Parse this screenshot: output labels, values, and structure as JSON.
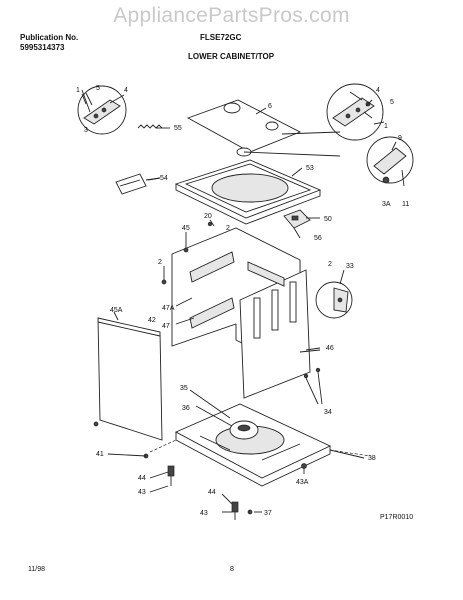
{
  "watermark": "AppliancePartsPros.com",
  "header": {
    "publication_label": "Publication No.",
    "publication_no": "5995314373",
    "model": "FLSE72GC",
    "section": "LOWER CABINET/TOP"
  },
  "footer": {
    "date": "11/98",
    "page": "8",
    "code": "P17R0010"
  },
  "callouts": {
    "c1": "1",
    "c1b": "1",
    "c2": "2",
    "c2b": "2",
    "c2c": "2",
    "c3": "3",
    "c3a": "3A",
    "c4": "4",
    "c4b": "4",
    "c5": "5",
    "c5b": "5",
    "c6": "6",
    "c9": "9",
    "c11": "11",
    "c20": "20",
    "c33": "33",
    "c34": "34",
    "c35": "35",
    "c36": "36",
    "c37": "37",
    "c38": "38",
    "c41": "41",
    "c42": "42",
    "c43": "43",
    "c43b": "43",
    "c43a": "43A",
    "c44": "44",
    "c44b": "44",
    "c45": "45",
    "c45a": "45A",
    "c46": "46",
    "c47": "47",
    "c47a": "47A",
    "c50": "50",
    "c53": "53",
    "c54": "54",
    "c55": "55",
    "c56": "56"
  }
}
